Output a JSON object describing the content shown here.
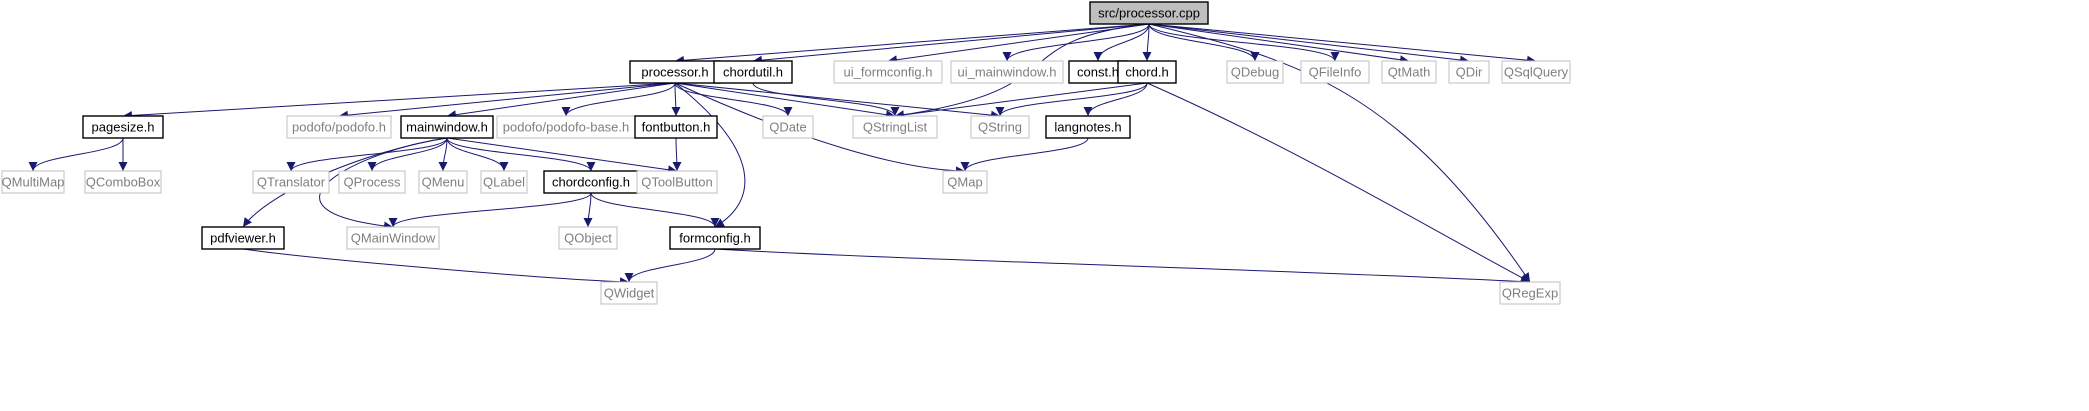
{
  "diagram": {
    "nodes": [
      {
        "id": "processor_cpp",
        "label": "src/processor.cpp",
        "style": "root"
      },
      {
        "id": "processor_h",
        "label": "processor.h",
        "style": "internal"
      },
      {
        "id": "chordutil_h",
        "label": "chordutil.h",
        "style": "internal"
      },
      {
        "id": "ui_formconfig_h",
        "label": "ui_formconfig.h",
        "style": "external"
      },
      {
        "id": "ui_mainwindow_h",
        "label": "ui_mainwindow.h",
        "style": "external"
      },
      {
        "id": "const_h",
        "label": "const.h",
        "style": "internal"
      },
      {
        "id": "chord_h",
        "label": "chord.h",
        "style": "internal"
      },
      {
        "id": "QDebug",
        "label": "QDebug",
        "style": "external"
      },
      {
        "id": "QFileInfo",
        "label": "QFileInfo",
        "style": "external"
      },
      {
        "id": "QtMath",
        "label": "QtMath",
        "style": "external"
      },
      {
        "id": "QDir",
        "label": "QDir",
        "style": "external"
      },
      {
        "id": "QSqlQuery",
        "label": "QSqlQuery",
        "style": "external"
      },
      {
        "id": "pagesize_h",
        "label": "pagesize.h",
        "style": "internal"
      },
      {
        "id": "podofo_h",
        "label": "podofo/podofo.h",
        "style": "external"
      },
      {
        "id": "mainwindow_h",
        "label": "mainwindow.h",
        "style": "internal"
      },
      {
        "id": "podofo_base_h",
        "label": "podofo/podofo-base.h",
        "style": "external"
      },
      {
        "id": "fontbutton_h",
        "label": "fontbutton.h",
        "style": "internal"
      },
      {
        "id": "QDate",
        "label": "QDate",
        "style": "external"
      },
      {
        "id": "QStringList",
        "label": "QStringList",
        "style": "external"
      },
      {
        "id": "QString",
        "label": "QString",
        "style": "external"
      },
      {
        "id": "langnotes_h",
        "label": "langnotes.h",
        "style": "internal"
      },
      {
        "id": "QMultiMap",
        "label": "QMultiMap",
        "style": "external"
      },
      {
        "id": "QComboBox",
        "label": "QComboBox",
        "style": "external"
      },
      {
        "id": "QTranslator",
        "label": "QTranslator",
        "style": "external"
      },
      {
        "id": "QProcess",
        "label": "QProcess",
        "style": "external"
      },
      {
        "id": "QMenu",
        "label": "QMenu",
        "style": "external"
      },
      {
        "id": "QLabel",
        "label": "QLabel",
        "style": "external"
      },
      {
        "id": "chordconfig_h",
        "label": "chordconfig.h",
        "style": "internal"
      },
      {
        "id": "QToolButton",
        "label": "QToolButton",
        "style": "external"
      },
      {
        "id": "QMap",
        "label": "QMap",
        "style": "external"
      },
      {
        "id": "pdfviewer_h",
        "label": "pdfviewer.h",
        "style": "internal"
      },
      {
        "id": "QMainWindow",
        "label": "QMainWindow",
        "style": "external"
      },
      {
        "id": "QObject",
        "label": "QObject",
        "style": "external"
      },
      {
        "id": "formconfig_h",
        "label": "formconfig.h",
        "style": "internal"
      },
      {
        "id": "QWidget",
        "label": "QWidget",
        "style": "external"
      },
      {
        "id": "QRegExp",
        "label": "QRegExp",
        "style": "external"
      }
    ],
    "edges": [
      [
        "processor_cpp",
        "processor_h"
      ],
      [
        "processor_cpp",
        "chordutil_h"
      ],
      [
        "processor_cpp",
        "ui_formconfig_h"
      ],
      [
        "processor_cpp",
        "ui_mainwindow_h"
      ],
      [
        "processor_cpp",
        "const_h"
      ],
      [
        "processor_cpp",
        "chord_h"
      ],
      [
        "processor_cpp",
        "QDebug"
      ],
      [
        "processor_cpp",
        "QFileInfo"
      ],
      [
        "processor_cpp",
        "QtMath"
      ],
      [
        "processor_cpp",
        "QDir"
      ],
      [
        "processor_cpp",
        "QSqlQuery"
      ],
      [
        "processor_cpp",
        "QStringList"
      ],
      [
        "processor_cpp",
        "QRegExp"
      ],
      [
        "processor_h",
        "pagesize_h"
      ],
      [
        "processor_h",
        "podofo_h"
      ],
      [
        "processor_h",
        "mainwindow_h"
      ],
      [
        "processor_h",
        "podofo_base_h"
      ],
      [
        "processor_h",
        "fontbutton_h"
      ],
      [
        "processor_h",
        "QDate"
      ],
      [
        "processor_h",
        "QStringList"
      ],
      [
        "processor_h",
        "QString"
      ],
      [
        "processor_h",
        "QMap"
      ],
      [
        "processor_h",
        "formconfig_h"
      ],
      [
        "chordutil_h",
        "QStringList"
      ],
      [
        "chord_h",
        "QStringList"
      ],
      [
        "chord_h",
        "QString"
      ],
      [
        "chord_h",
        "langnotes_h"
      ],
      [
        "chord_h",
        "QRegExp"
      ],
      [
        "langnotes_h",
        "QMap"
      ],
      [
        "pagesize_h",
        "QMultiMap"
      ],
      [
        "pagesize_h",
        "QComboBox"
      ],
      [
        "fontbutton_h",
        "QToolButton"
      ],
      [
        "mainwindow_h",
        "QTranslator"
      ],
      [
        "mainwindow_h",
        "QProcess"
      ],
      [
        "mainwindow_h",
        "QMenu"
      ],
      [
        "mainwindow_h",
        "QLabel"
      ],
      [
        "mainwindow_h",
        "chordconfig_h"
      ],
      [
        "mainwindow_h",
        "QToolButton"
      ],
      [
        "mainwindow_h",
        "pdfviewer_h"
      ],
      [
        "mainwindow_h",
        "QMainWindow"
      ],
      [
        "chordconfig_h",
        "QMainWindow"
      ],
      [
        "chordconfig_h",
        "QObject"
      ],
      [
        "chordconfig_h",
        "formconfig_h"
      ],
      [
        "pdfviewer_h",
        "QWidget"
      ],
      [
        "formconfig_h",
        "QWidget"
      ],
      [
        "formconfig_h",
        "QRegExp"
      ]
    ]
  },
  "colors": {
    "edge": "#191970",
    "root_fill": "#bfbfbf",
    "internal_border": "#000000",
    "external_border": "#bfbfbf",
    "external_text": "#7f7f7f",
    "text": "#000000"
  }
}
